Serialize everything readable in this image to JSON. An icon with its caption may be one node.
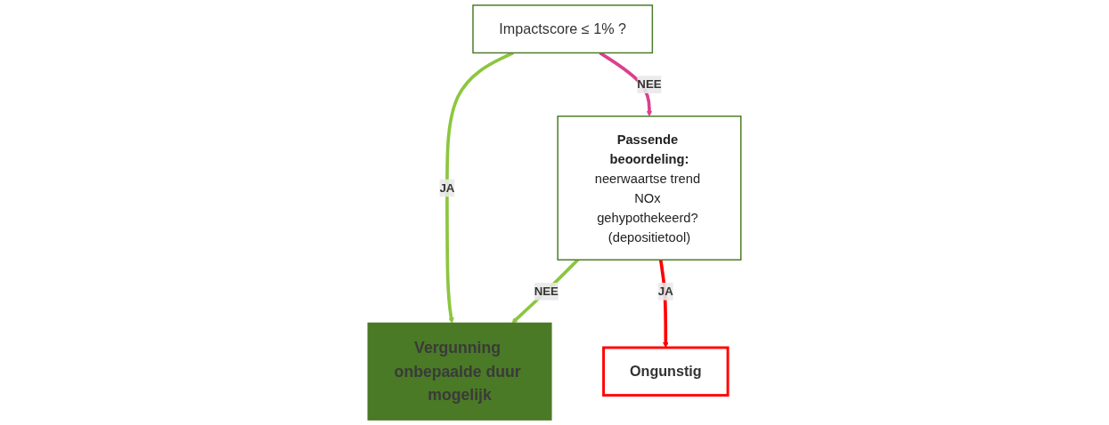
{
  "diagram": {
    "nodes": [
      {
        "text": [
          "Impactscore ≤ 1% ?"
        ]
      },
      {
        "text": [
          "Passende beoordeling:",
          "neerwaartse trend NOx gehypothekeerd? (depositietool)"
        ]
      },
      {
        "text": [
          "Vergunning onbepaalde duur mogelijk"
        ]
      },
      {
        "text": [
          "Ongunstig"
        ]
      }
    ],
    "edges": [
      {
        "from": 0,
        "to": 1,
        "arrow": "to",
        "label": "NEE",
        "color": "#d9418f"
      },
      {
        "from": 0,
        "to": 2,
        "arrow": "to",
        "label": "JA"
      },
      {
        "from": 1,
        "to": 2,
        "arrow": "to",
        "label": "NEE"
      },
      {
        "from": 1,
        "to": 3,
        "arrow": "to",
        "label": "JA",
        "color": "#ff0000"
      }
    ]
  }
}
